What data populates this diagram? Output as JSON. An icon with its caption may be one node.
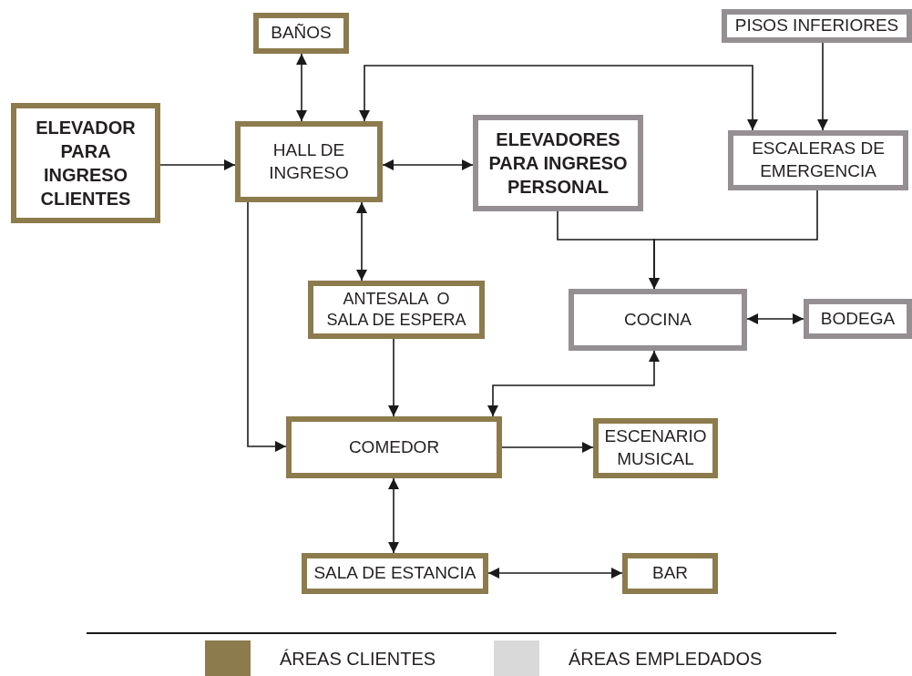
{
  "diagram": {
    "nodes": [
      {
        "text": [
          "BAÑOS"
        ]
      },
      {
        "text": [
          "ELEVADOR PARA INGRESO CLIENTES"
        ]
      },
      {
        "text": [
          "HALL DE INGRESO"
        ]
      },
      {
        "text": [
          "ELEVADORES PARA INGRESO PERSONAL"
        ]
      },
      {
        "text": [
          "PISOS INFERIORES"
        ]
      },
      {
        "text": [
          "ESCALERAS DE EMERGENCIA"
        ]
      },
      {
        "text": [
          "ANTESALA  O SALA DE ESPERA"
        ]
      },
      {
        "text": [
          "COCINA"
        ]
      },
      {
        "text": [
          "BODEGA"
        ]
      },
      {
        "text": [
          "COMEDOR"
        ]
      },
      {
        "text": [
          "ESCENARIO MUSICAL"
        ]
      },
      {
        "text": [
          "SALA DE ESTANCIA"
        ]
      },
      {
        "text": [
          "BAR"
        ]
      }
    ],
    "edges": [
      {
        "from": 0,
        "to": 2,
        "arrow": "both"
      },
      {
        "from": 1,
        "to": 2,
        "arrow": "to"
      },
      {
        "from": 2,
        "to": 3,
        "arrow": "both"
      },
      {
        "from": 2,
        "to": 5,
        "arrow": "both"
      },
      {
        "from": 4,
        "to": 5,
        "arrow": "to"
      },
      {
        "from": 3,
        "to": 7,
        "arrow": "to"
      },
      {
        "from": 5,
        "to": 7,
        "arrow": "to"
      },
      {
        "from": 2,
        "to": 6,
        "arrow": "both"
      },
      {
        "from": 6,
        "to": 9,
        "arrow": "to"
      },
      {
        "from": 2,
        "to": 9,
        "arrow": "to"
      },
      {
        "from": 9,
        "to": 7,
        "arrow": "both"
      },
      {
        "from": 9,
        "to": 10,
        "arrow": "to"
      },
      {
        "from": 7,
        "to": 8,
        "arrow": "both"
      },
      {
        "from": 9,
        "to": 11,
        "arrow": "both"
      },
      {
        "from": 11,
        "to": 12,
        "arrow": "both"
      }
    ],
    "legend": [
      {
        "text": "ÁREAS CLIENTES",
        "color": "#8c7b4c"
      },
      {
        "text": "ÁREAS EMPLEDADOS",
        "color": "#d9d9d9"
      }
    ]
  }
}
